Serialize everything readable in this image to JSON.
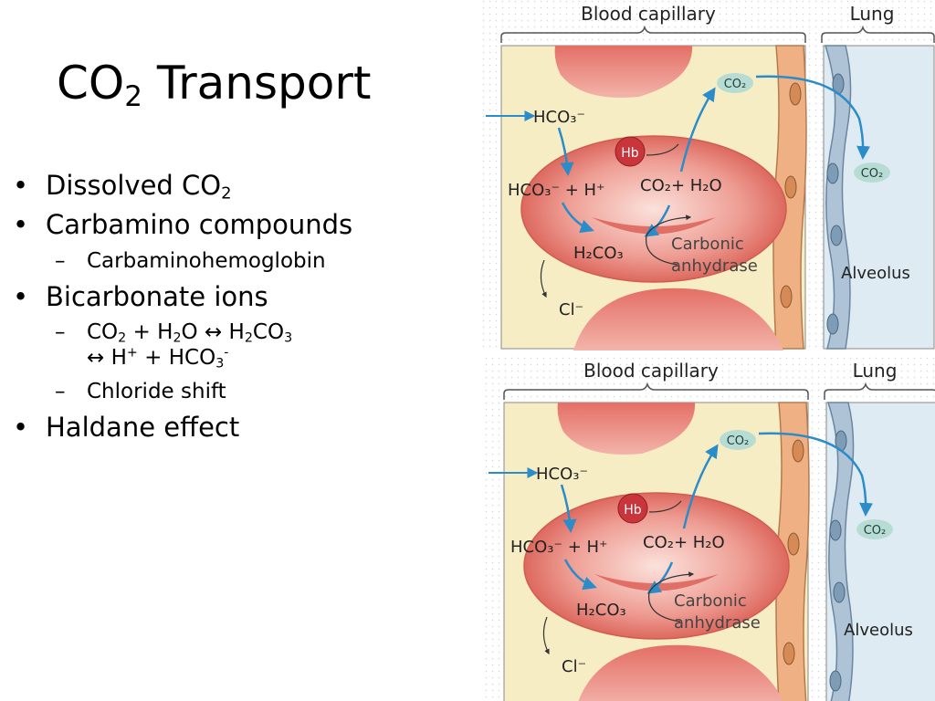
{
  "slide": {
    "title_main": "CO",
    "title_sub": "2",
    "title_rest": " Transport"
  },
  "bullets": [
    {
      "text": "Dissolved CO",
      "sub": "2"
    },
    {
      "text": "Carbamino compounds"
    },
    {
      "text": "Bicarbonate ions"
    },
    {
      "text": "Haldane effect"
    }
  ],
  "subbullets": {
    "carbamino": "Carbaminohemoglobin",
    "equation": {
      "co": "CO",
      "two": "2",
      "plus_h": " + H",
      "o_arrow_h": "O ↔ H",
      "co3": "CO",
      "three": "3",
      "line2_arrow_h": "↔ H",
      "plus": "+",
      "hco": " + HCO",
      "minus": "-"
    },
    "chloride": "Chloride shift"
  },
  "diagram": {
    "blood_capillary": "Blood capillary",
    "lung": "Lung",
    "alveolus": "Alveolus",
    "hco3": "HCO₃⁻",
    "hco3_h": "HCO₃⁻ + H⁺",
    "co2_h2o": "CO₂+ H₂O",
    "h2co3": "H₂CO₃",
    "carbonic": "Carbonic",
    "anhydrase": "anhydrase",
    "cl": "Cl⁻",
    "hb": "Hb",
    "co2": "CO₂",
    "colors": {
      "plasma": "#f7edc4",
      "alveolus": "#deebf2",
      "rbc": "#e3776e",
      "hb": "#c9353b",
      "arrow": "#2a8cc8",
      "co2_bubble": "#b7dcd4",
      "endothelium": "#efb184",
      "epithelium": "#aec4d6"
    }
  }
}
